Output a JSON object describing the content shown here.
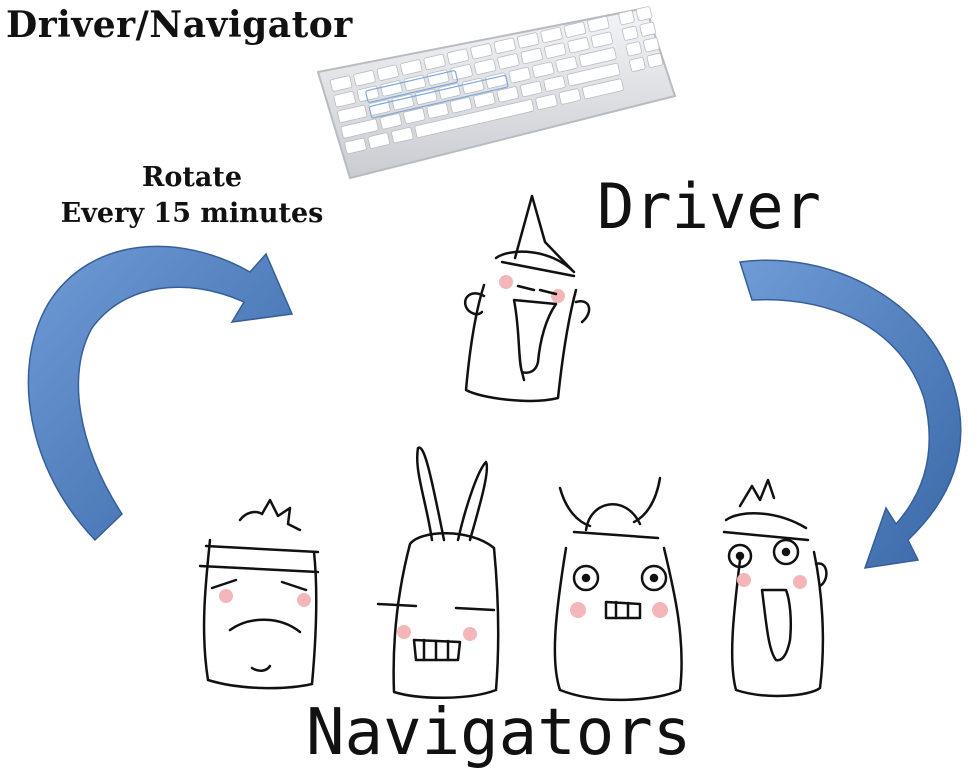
{
  "diagram": {
    "title": "Driver/Navigator",
    "rotate_line1": "Rotate",
    "rotate_line2": "Every 15 minutes",
    "driver_label": "Driver",
    "navigators_label": "Navigators"
  },
  "colors": {
    "arrow_fill": "#4f7fc0",
    "arrow_dark": "#3a68a8",
    "cheek": "#f4b6b8",
    "ink": "#111111"
  },
  "icons": [
    "keyboard-icon",
    "driver-character-icon",
    "navigator-character-icon",
    "rotation-arrow-icon"
  ]
}
